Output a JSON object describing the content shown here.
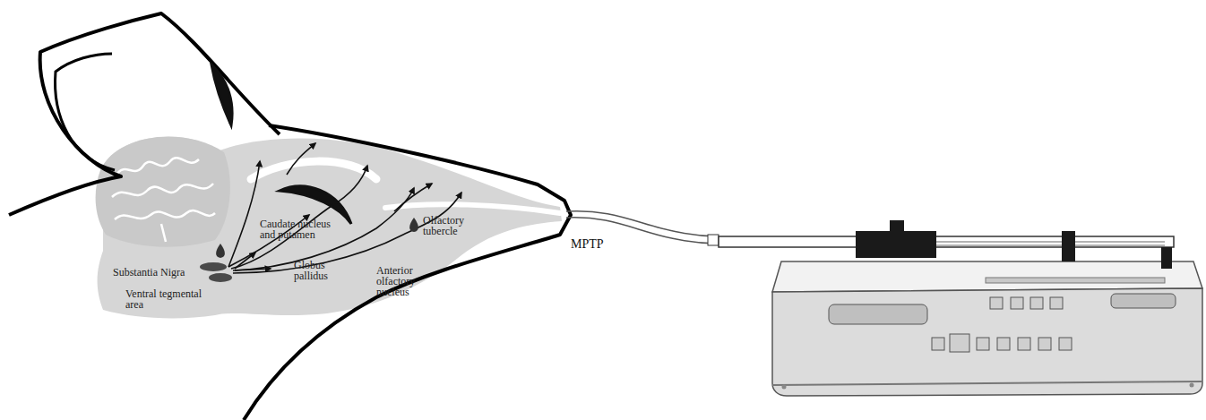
{
  "diagram": {
    "labels": [
      "Caudate nucleus and putamen",
      "Olfactory tubercle",
      "Substantia Nigra",
      "Globus pallidus",
      "Anterior olfactory nucleus",
      "Ventral tegmental area",
      "MPTP"
    ]
  }
}
